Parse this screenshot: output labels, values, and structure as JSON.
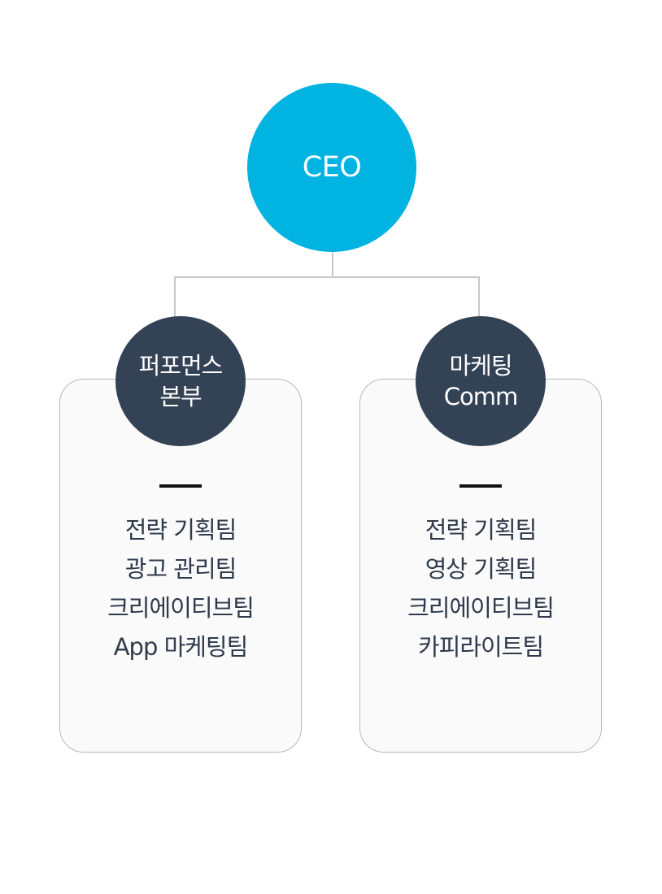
{
  "ceo": {
    "label": "CEO"
  },
  "departments": [
    {
      "name_line1": "퍼포먼스",
      "name_line2": "본부",
      "teams": [
        "전략 기획팀",
        "광고 관리팀",
        "크리에이티브팀",
        "App 마케팅팀"
      ]
    },
    {
      "name_line1": "마케팅",
      "name_line2": "Comm",
      "teams": [
        "전략 기획팀",
        "영상 기획팀",
        "크리에이티브팀",
        "카피라이트팀"
      ]
    }
  ],
  "colors": {
    "ceo": "#00b3e0",
    "department": "#344256",
    "connector": "#c8c8c8",
    "card_border": "#b9b9b9",
    "team_text": "#2f3a4c"
  }
}
